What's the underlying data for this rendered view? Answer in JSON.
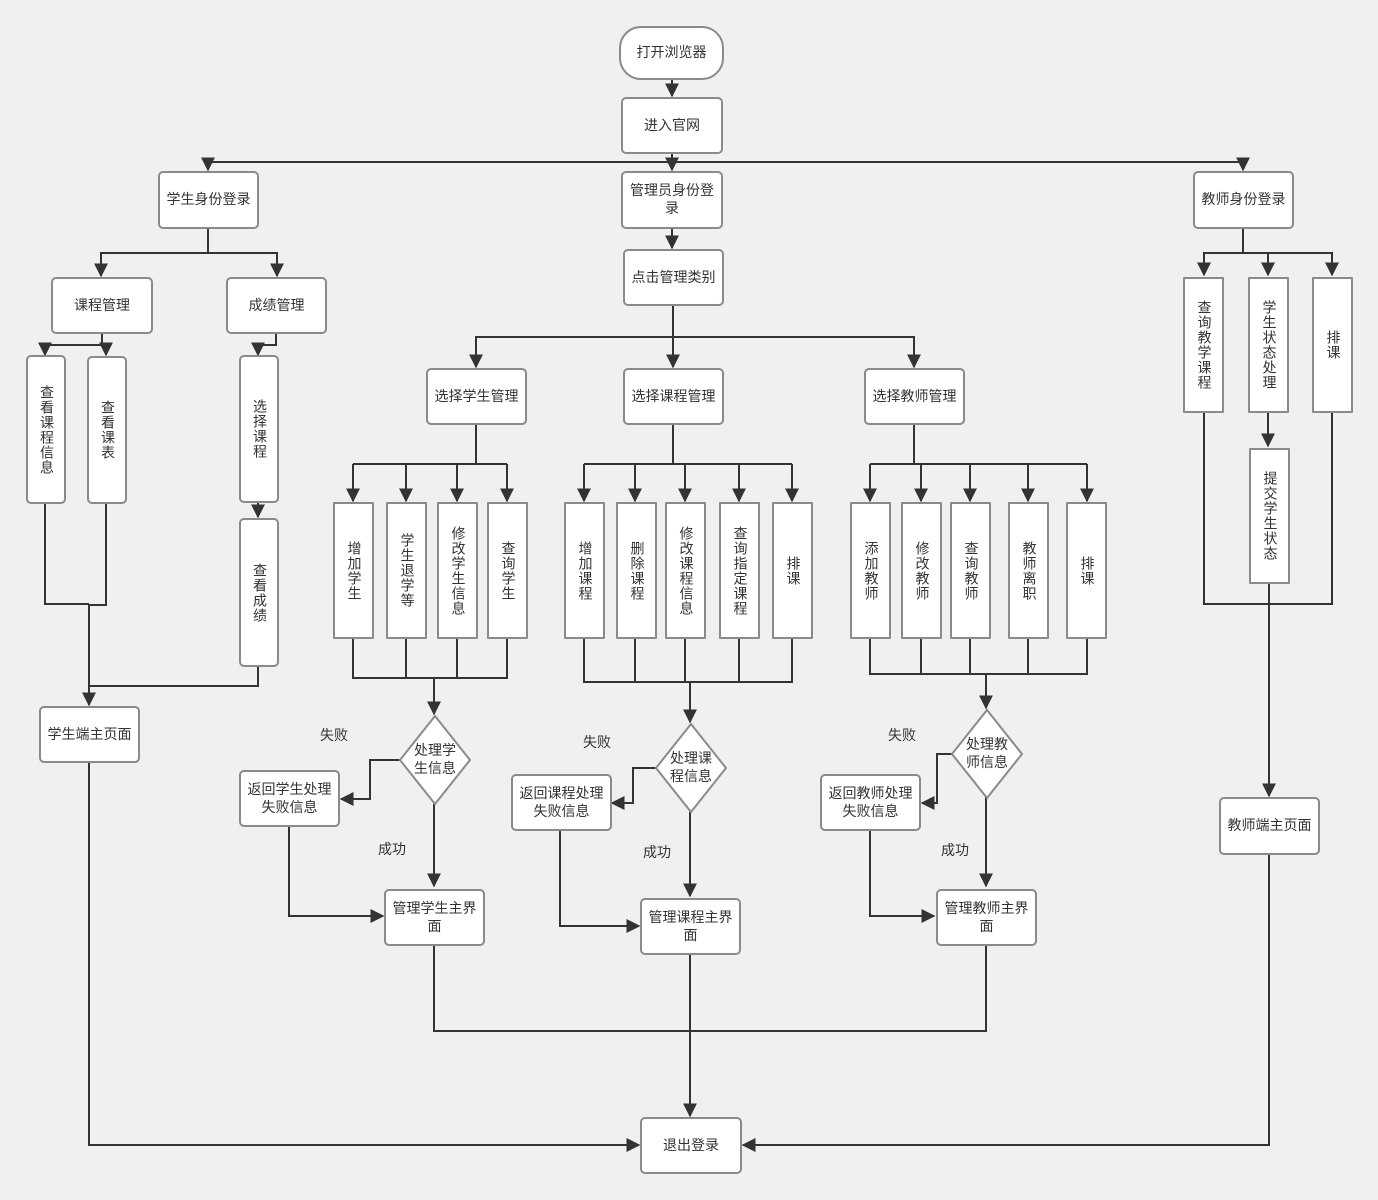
{
  "nodes": {
    "open_browser": "打开浏览器",
    "enter_site": "进入官网",
    "student_login": "学生身份登录",
    "admin_login": "管理员身份登录",
    "teacher_login": "教师身份登录",
    "click_category": "点击管理类别",
    "course_mgmt": "课程管理",
    "grade_mgmt": "成绩管理",
    "view_course_info": "查看课程信息",
    "view_timetable": "查看课表",
    "select_course": "选择课程",
    "view_grades": "查看成绩",
    "student_home": "学生端主页面",
    "choose_student_mgmt": "选择学生管理",
    "choose_course_mgmt": "选择课程管理",
    "choose_teacher_mgmt": "选择教师管理",
    "add_student": "增加学生",
    "student_withdraw": "学生退学等",
    "edit_student_info": "修改学生信息",
    "query_student": "查询学生",
    "add_course": "增加课程",
    "delete_course": "删除课程",
    "edit_course_info": "修改课程信息",
    "query_specific_course": "查询指定课程",
    "schedule_admin": "排课",
    "add_teacher": "添加教师",
    "edit_teacher": "修改教师",
    "query_teacher": "查询教师",
    "teacher_resign": "教师离职",
    "schedule_teacher_mgmt": "排课",
    "process_student": "处理学生信息",
    "process_course": "处理课程信息",
    "process_teacher": "处理教师信息",
    "return_student_fail": "返回学生处理失败信息",
    "return_course_fail": "返回课程处理失败信息",
    "return_teacher_fail": "返回教师处理失败信息",
    "student_mgmt_home": "管理学生主界面",
    "course_mgmt_home": "管理课程主界面",
    "teacher_mgmt_home": "管理教师主界面",
    "query_teaching_course": "查询教学课程",
    "student_status": "学生状态处理",
    "schedule_teacher": "排课",
    "submit_student_status": "提交学生状态",
    "teacher_home": "教师端主页面",
    "logout": "退出登录"
  },
  "labels": {
    "fail": "失败",
    "success": "成功"
  },
  "colors": {
    "background": "#f0f0f0",
    "node_fill": "#ffffff",
    "node_border": "#8a8a8a",
    "connector": "#333333"
  }
}
